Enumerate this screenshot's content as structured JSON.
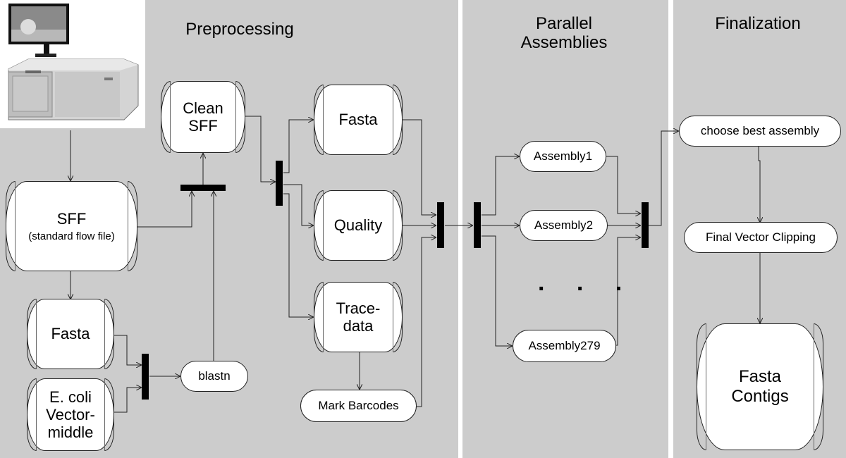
{
  "headings": {
    "preprocessing": "Preprocessing",
    "parallel": "Parallel\nAssemblies",
    "finalization": "Finalization"
  },
  "nodes": {
    "sff": {
      "label": "SFF",
      "sub": "(standard flow file)"
    },
    "fasta_left": "Fasta",
    "ecoli": "E. coli\nVector-\nmiddle",
    "blastn": "blastn",
    "clean_sff": "Clean\nSFF",
    "fasta_mid": "Fasta",
    "quality": "Quality",
    "tracedata": "Trace-\ndata",
    "mark_barcodes": "Mark Barcodes",
    "assembly1": "Assembly1",
    "assembly2": "Assembly2",
    "assembly279": "Assembly279",
    "ellipsis": ". . .",
    "choose_best": "choose best assembly",
    "final_clipping": "Final Vector Clipping",
    "fasta_contigs": "Fasta\nContigs"
  },
  "icons": {
    "sequencer": "sequencer-instrument-icon"
  }
}
